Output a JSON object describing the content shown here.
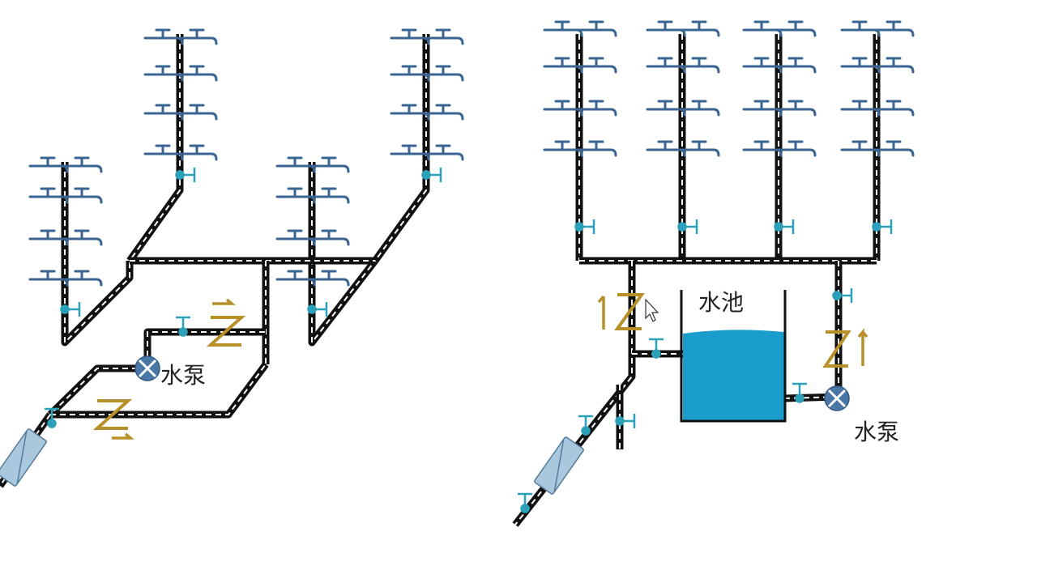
{
  "labels": {
    "pump_left": "水泵",
    "pool": "水池",
    "pump_right": "水泵"
  },
  "colors": {
    "pipe": "#111111",
    "fixture": "#3a6593",
    "valve": "#2aa1b8",
    "check_valve": "#b8902a",
    "water": "#1a9ccd",
    "meter": "#a9c8de",
    "pump": "#4a77a5"
  },
  "icons": [
    "faucet-icon",
    "gate-valve-icon",
    "check-valve-icon",
    "pump-icon",
    "water-meter-icon",
    "cursor-icon"
  ]
}
